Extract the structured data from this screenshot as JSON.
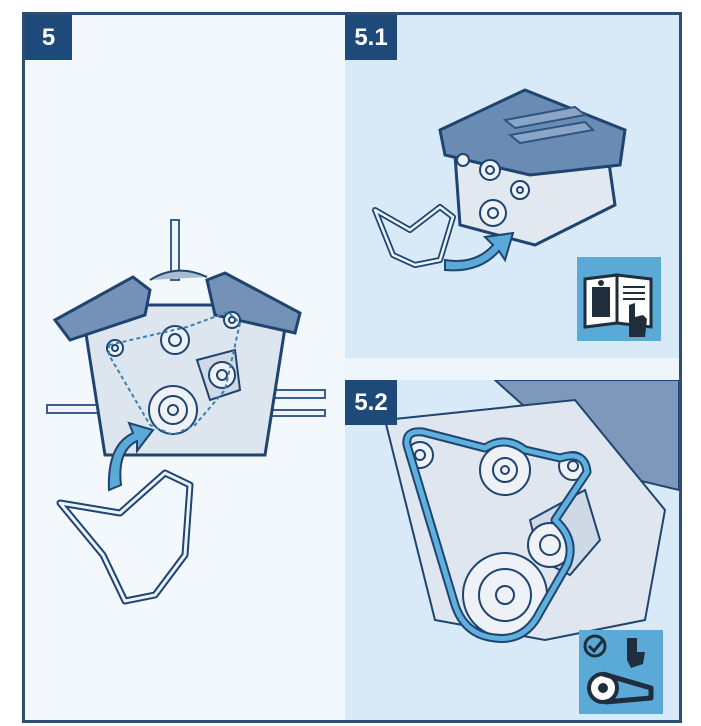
{
  "steps": {
    "main": "5",
    "sub1": "5.1",
    "sub2": "5.2"
  },
  "icons": {
    "manual": "manual-info-icon",
    "check": "check-tension-icon"
  },
  "colors": {
    "badge": "#1e4a7a",
    "belt": "#5aa9d6",
    "engine": "#dfe6ef",
    "cover": "#6f8fb5",
    "panel": "#d8eaf7"
  }
}
